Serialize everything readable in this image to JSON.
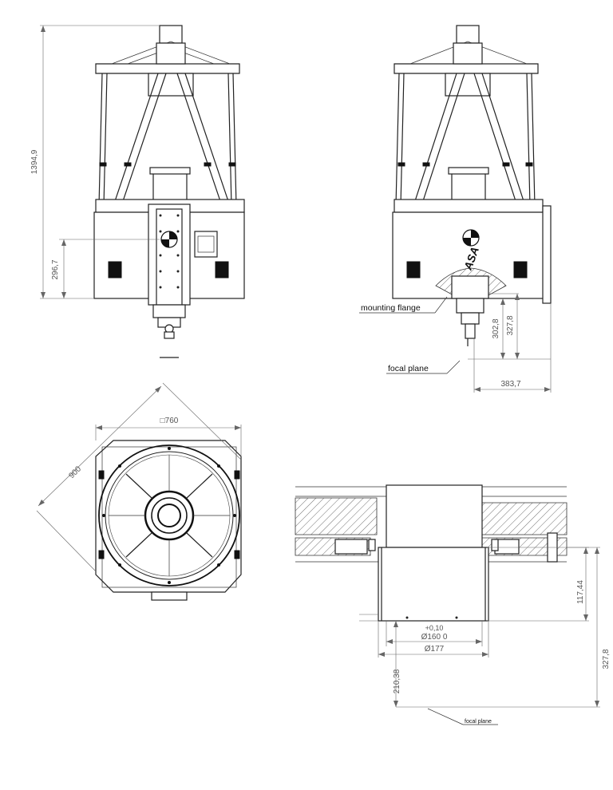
{
  "front_view": {
    "height_total": "1394,9",
    "height_flange": "296,7"
  },
  "side_view": {
    "mounting_flange_label": "mounting flange",
    "focal_plane_label": "focal plane",
    "dim_302": "302,8",
    "dim_327": "327,8",
    "dim_383": "383,7"
  },
  "top_view": {
    "square_width": "□760",
    "diagonal": "900"
  },
  "section_view": {
    "dim_117": "117,44",
    "dim_327": "327,8",
    "dim_210": "210,38",
    "tolerance": "+0,10",
    "dia_160": "Ø160   0",
    "dia_177": "Ø177",
    "focal_plane_label": "focal plane"
  }
}
